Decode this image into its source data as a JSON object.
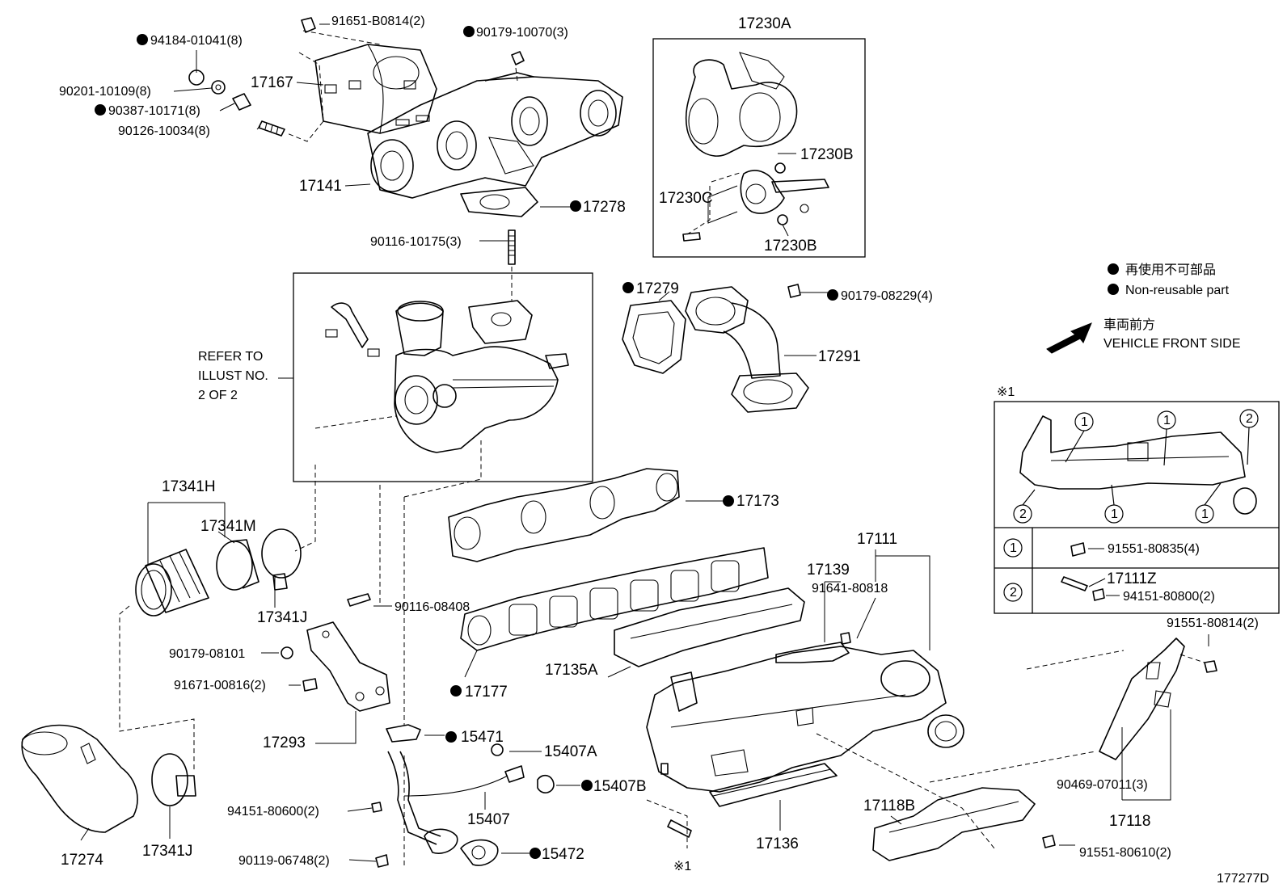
{
  "labels": {
    "p91651": "91651-B0814(2)",
    "p90179_10070": "90179-10070(3)",
    "p94184": "94184-01041(8)",
    "p90201": "90201-10109(8)",
    "p90387": "90387-10171(8)",
    "p90126": "90126-10034(8)",
    "p17167": "17167",
    "p17141": "17141",
    "p17278": "17278",
    "p90116_10175": "90116-10175(3)",
    "p17230A": "17230A",
    "p17230B_top": "17230B",
    "p17230C": "17230C",
    "p17230B_bot": "17230B",
    "refer1": "REFER TO",
    "refer2": "ILLUST NO.",
    "refer3": "2 OF 2",
    "p17279": "17279",
    "p90179_08229": "90179-08229(4)",
    "p17291": "17291",
    "p17173": "17173",
    "p17341H": "17341H",
    "p17341M": "17341M",
    "p17341J_a": "17341J",
    "p90116_08408": "90116-08408",
    "p90179_08101": "90179-08101",
    "p91671": "91671-00816(2)",
    "p17293": "17293",
    "p17177": "17177",
    "p17135A": "17135A",
    "p17139": "17139",
    "p17111": "17111",
    "p91641": "91641-80818",
    "p15471": "15471",
    "p15407A": "15407A",
    "p15407B": "15407B",
    "p15407": "15407",
    "p15472": "15472",
    "p94151_80600": "94151-80600(2)",
    "p90119": "90119-06748(2)",
    "p17274": "17274",
    "p17341J_b": "17341J",
    "p17136": "17136",
    "p17118B": "17118B",
    "p17118": "17118",
    "p90469": "90469-07011(3)",
    "p91551_80814": "91551-80814(2)",
    "p91551_80610": "91551-80610(2)",
    "star1_bottom": "※1",
    "illust_no": "177277D"
  },
  "legend": {
    "jp_nonreusable": "再使用不可部品",
    "en_nonreusable": "Non-reusable part",
    "jp_front": "車両前方",
    "en_front": "VEHICLE FRONT SIDE"
  },
  "detail": {
    "title": "※1",
    "callout1": "1",
    "callout2": "2",
    "row1_num": "1",
    "row1_part": "91551-80835(4)",
    "row2_num": "2",
    "row2_part_a": "17111Z",
    "row2_part_b": "94151-80800(2)"
  }
}
